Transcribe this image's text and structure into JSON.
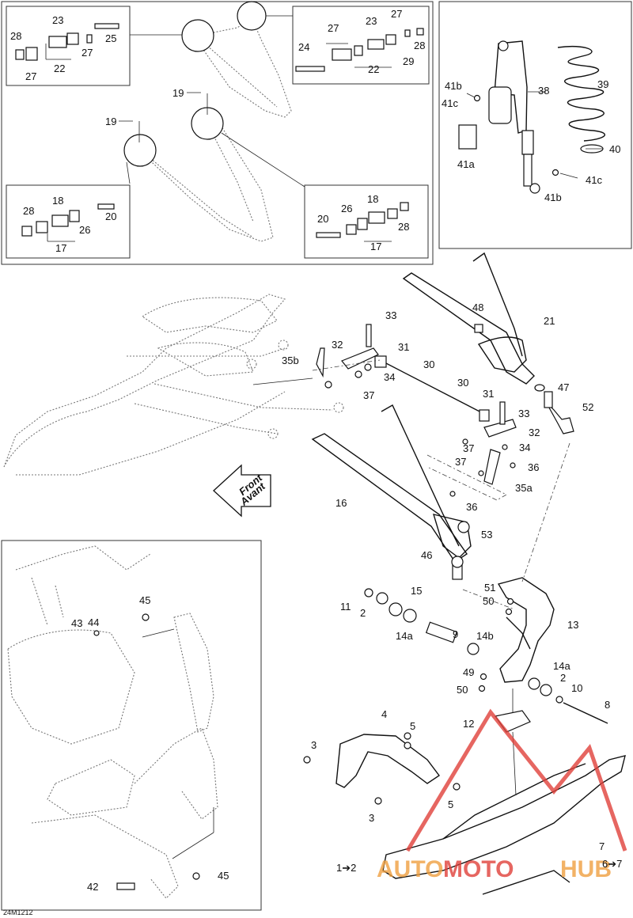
{
  "diagram": {
    "ref_code": "24M1212",
    "front_label": {
      "line1": "Front",
      "line2": "Avant"
    },
    "watermark": {
      "part1": "AUTO",
      "part2": "MOTO",
      "part3": "HUB",
      "color_red": "#e0403a",
      "color_orange": "#f0a040"
    },
    "callouts": {
      "c28a": "28",
      "c23a": "23",
      "c25": "25",
      "c27a": "27",
      "c22a": "22",
      "c27b": "27",
      "c27c": "27",
      "c23b": "23",
      "c27d": "27",
      "c24": "24",
      "c28b": "28",
      "c29": "29",
      "c22b": "22",
      "c19a": "19",
      "c19b": "19",
      "c18a": "18",
      "c28c": "28",
      "c20a": "20",
      "c26a": "26",
      "c17a": "17",
      "c18b": "18",
      "c20b": "20",
      "c26b": "26",
      "c28d": "28",
      "c17b": "17",
      "c41b_top": "41b",
      "c41c_top": "41c",
      "c38": "38",
      "c39": "39",
      "c41a": "41a",
      "c40": "40",
      "c41c_bot": "41c",
      "c41b_bot": "41b",
      "c33a": "33",
      "c32a": "32",
      "c31a": "31",
      "c35b": "35b",
      "c34a": "34",
      "c30a": "30",
      "c30b": "30",
      "c37a": "37",
      "c48": "48",
      "c21": "21",
      "c47": "47",
      "c31b": "31",
      "c33b": "33",
      "c52": "52",
      "c32b": "32",
      "c37b": "37",
      "c34b": "34",
      "c37c": "37",
      "c36a": "36",
      "c35a": "35a",
      "c36b": "36",
      "c16": "16",
      "c53": "53",
      "c46": "46",
      "c51": "51",
      "c50a": "50",
      "c15": "15",
      "c11": "11",
      "c2a": "2",
      "c13": "13",
      "c9": "9",
      "c14a_l": "14a",
      "c14b": "14b",
      "c14a_r": "14a",
      "c49": "49",
      "c2b": "2",
      "c50b": "50",
      "c10": "10",
      "c8": "8",
      "c4": "4",
      "c12": "12",
      "c5a": "5",
      "c3a": "3",
      "c5b": "5",
      "c3b": "3",
      "c7": "7",
      "c1_2": "1➔2",
      "c6_7": "6➔7",
      "c45a": "45",
      "c43": "43",
      "c44": "44",
      "c42": "42",
      "c45b": "45"
    }
  }
}
